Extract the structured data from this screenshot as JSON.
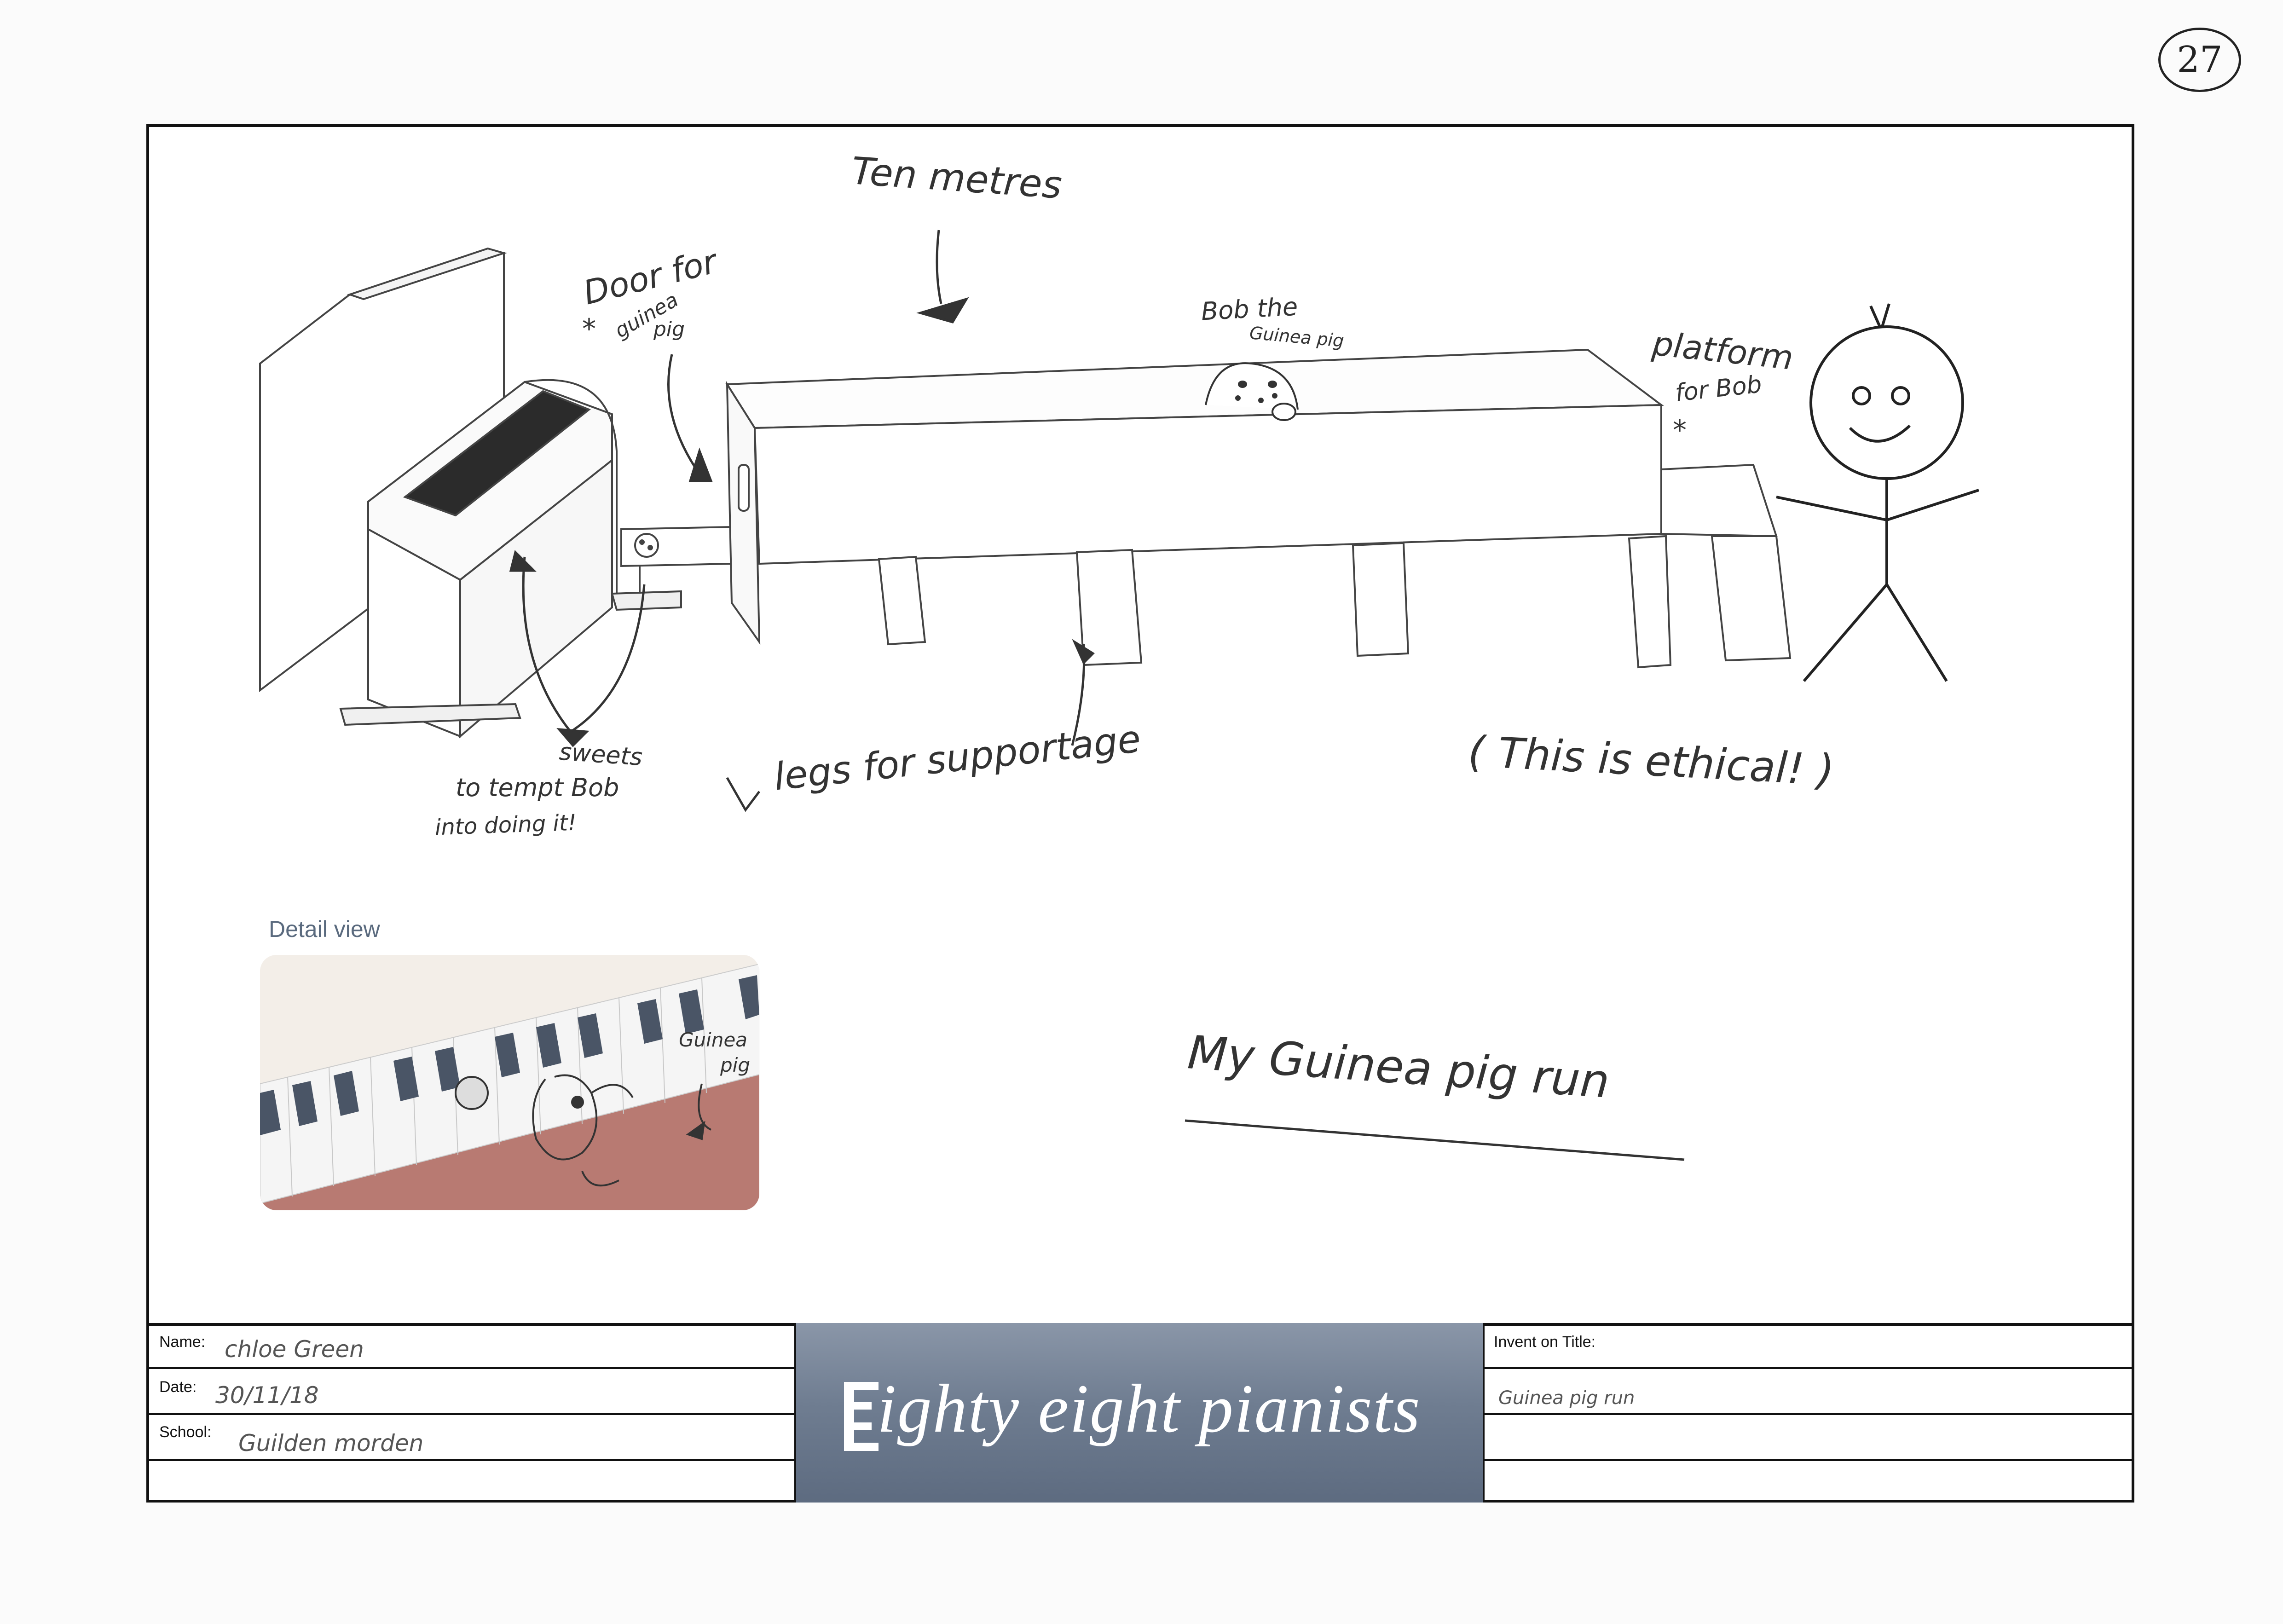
{
  "page_number": "27",
  "annotations": {
    "ten_metres": "Ten metres",
    "door_for": "Door for",
    "door_star": "*",
    "door_guinea": "guinea",
    "door_pig": "pig",
    "bob_the": "Bob the",
    "guinea_pig_label": "Guinea pig",
    "platform": "platform",
    "for_bob": "for Bob",
    "platform_star": "*",
    "sweets_1": "sweets",
    "sweets_2": "to tempt Bob",
    "sweets_3": "into doing it!",
    "legs_for_supportage": "legs for supportage",
    "ethical": "( This is ethical! )",
    "guinea_detail": "Guinea",
    "pig_detail": "pig",
    "sketch_title": "My Guinea pig run"
  },
  "detail": {
    "label": "Detail view"
  },
  "title_block": {
    "name_label": "Name:",
    "name_value": "chloe Green",
    "date_label": "Date:",
    "date_value": "30/11/18",
    "school_label": "School:",
    "school_value": "Guilden morden",
    "invention_label": "Invent on Title:",
    "invention_value": "Guinea pig run",
    "logo_text": "ighty eight pianists",
    "logo_mark_letter": "E"
  },
  "colors": {
    "ink": "#333333",
    "frame": "#111111",
    "logo_bg": "#6f7d91",
    "detail_bed": "#b87a72",
    "black_key": "#4a5566"
  }
}
